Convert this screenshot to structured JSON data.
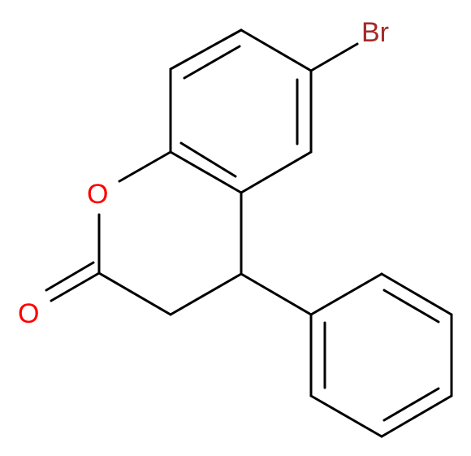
{
  "atoms": {
    "bromine": {
      "label": "Br",
      "color": "#a52a2a"
    },
    "ring_oxygen": {
      "label": "O",
      "color": "#ff0000"
    },
    "carbonyl_oxygen": {
      "label": "O",
      "color": "#ff0000"
    }
  },
  "colors": {
    "bond": "#000000",
    "background": "#ffffff"
  }
}
